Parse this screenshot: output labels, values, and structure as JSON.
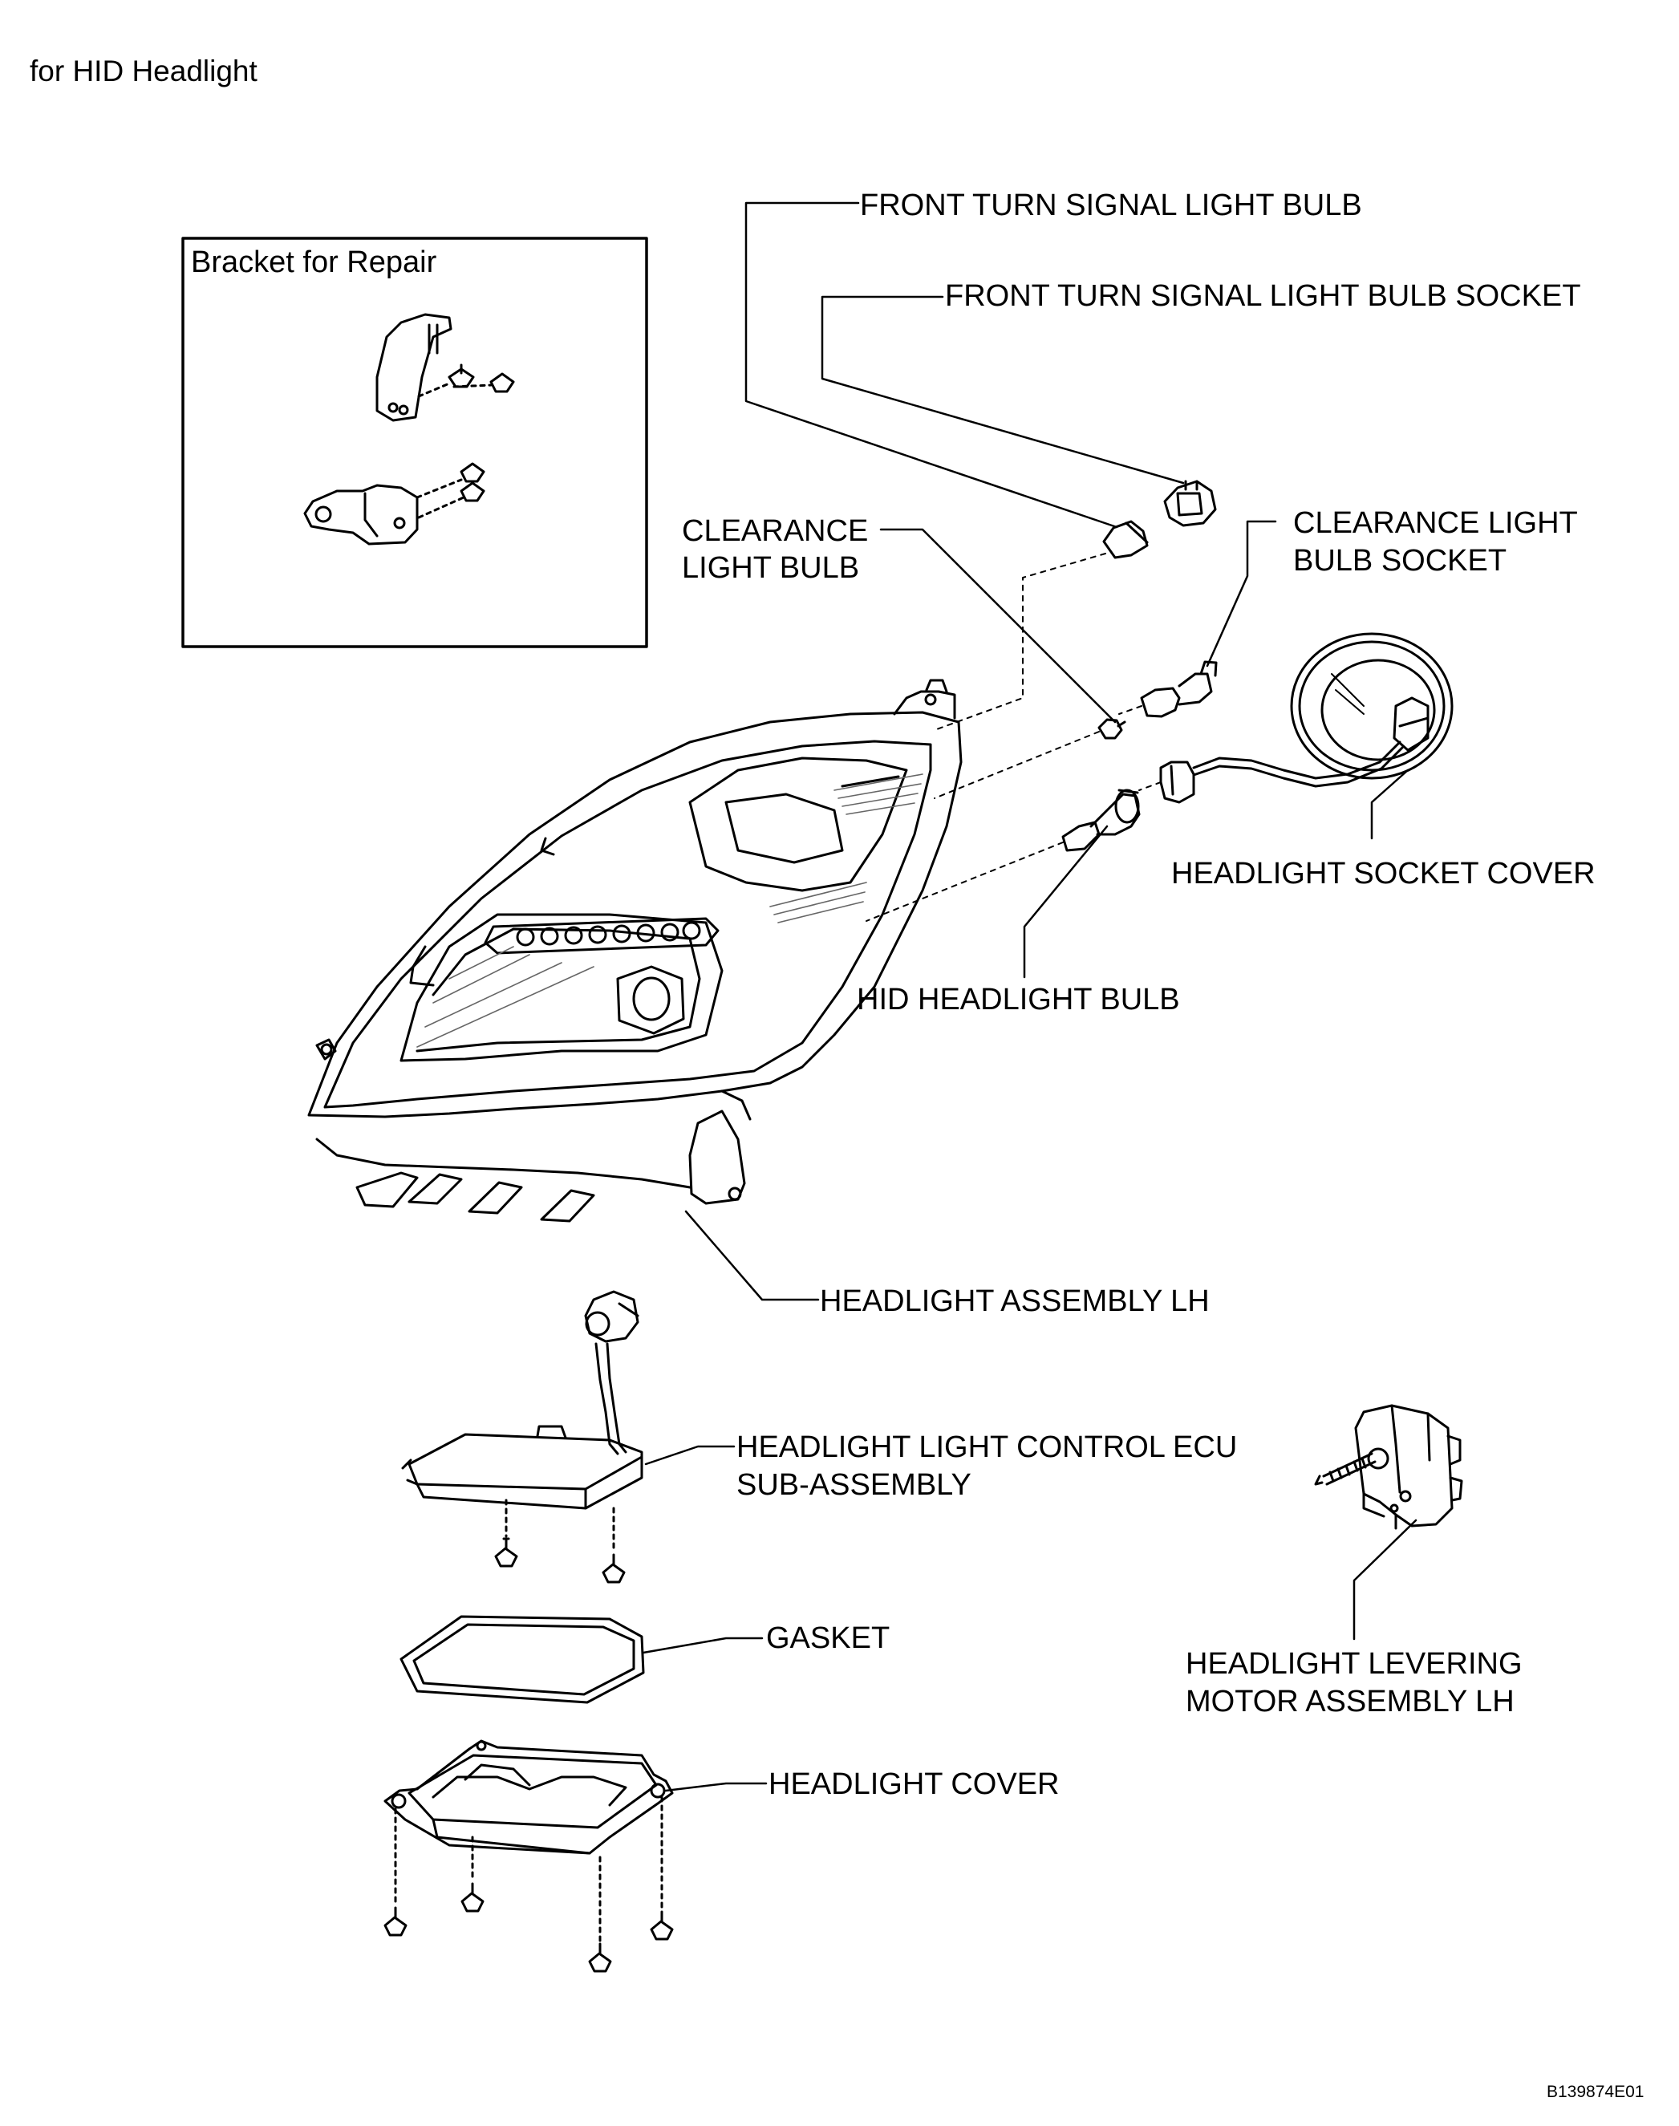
{
  "caption": "for HID Headlight",
  "inset": {
    "title": "Bracket for Repair"
  },
  "labels": {
    "front_turn_signal_bulb": "FRONT TURN SIGNAL LIGHT BULB",
    "front_turn_signal_socket": "FRONT TURN SIGNAL LIGHT BULB SOCKET",
    "clearance_bulb_1": "CLEARANCE",
    "clearance_bulb_2": "LIGHT BULB",
    "clearance_socket_1": "CLEARANCE LIGHT",
    "clearance_socket_2": "BULB SOCKET",
    "socket_cover": "HEADLIGHT SOCKET COVER",
    "hid_bulb": "HID HEADLIGHT BULB",
    "assembly_lh": "HEADLIGHT ASSEMBLY LH",
    "ecu_1": "HEADLIGHT LIGHT CONTROL ECU",
    "ecu_2": "SUB-ASSEMBLY",
    "gasket": "GASKET",
    "levering_1": "HEADLIGHT LEVERING",
    "levering_2": "MOTOR ASSEMBLY LH",
    "cover": "HEADLIGHT COVER"
  },
  "figure_code": "B139874E01",
  "colors": {
    "ink": "#000000",
    "paper": "#ffffff",
    "hatch": "#666666"
  }
}
